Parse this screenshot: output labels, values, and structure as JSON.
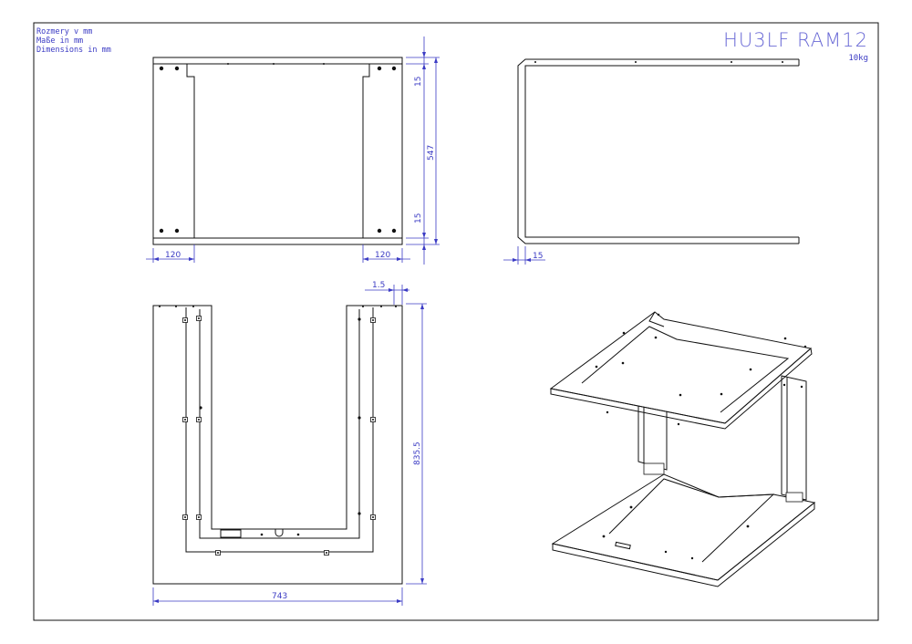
{
  "notes": {
    "line1": "Rozmery v mm",
    "line2": "Maße in mm",
    "line3": "Dimensions in mm"
  },
  "title": {
    "name": "HU3LF RAM12",
    "weight": "10kg"
  },
  "dimensions": {
    "top_view_left_width": "120",
    "top_view_right_width": "120",
    "top_flange_upper": "15",
    "top_depth": "547",
    "top_flange_lower": "15",
    "side_flange": "15",
    "thickness": "1.5",
    "bottom_depth": "835.5",
    "bottom_width": "743"
  },
  "colors": {
    "dimension": "#3b3bc4",
    "line": "#111111",
    "title": "#6b6bd6"
  }
}
